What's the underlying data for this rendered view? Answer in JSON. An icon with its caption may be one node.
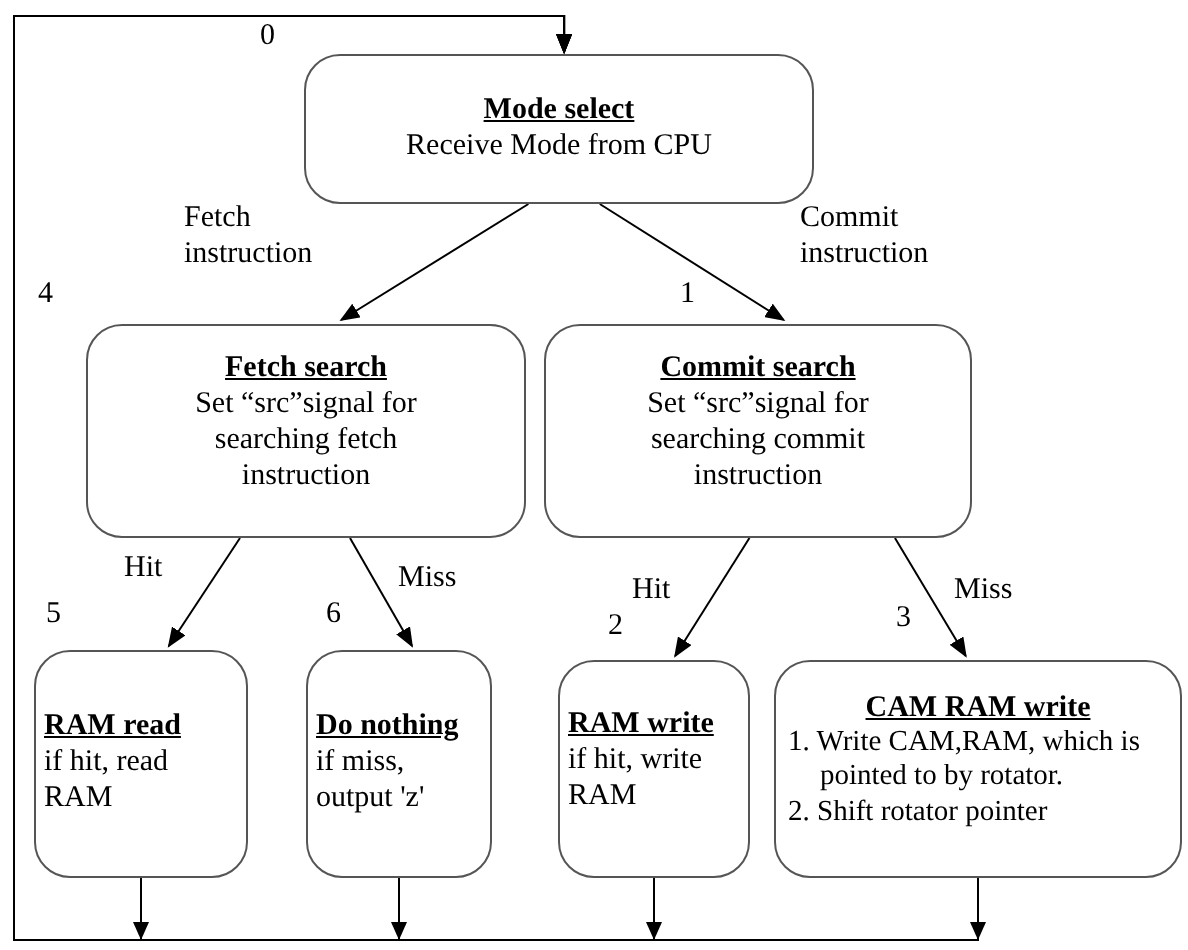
{
  "diagram": {
    "nodes": [
      {
        "text": [
          "Mode select",
          "Receive Mode from CPU"
        ],
        "beside": [
          "0"
        ]
      },
      {
        "text": [
          "Fetch search",
          "Set “src”signal for searching fetch instruction"
        ],
        "beside": [
          "4"
        ]
      },
      {
        "text": [
          "Commit search",
          "Set “src”signal for searching commit instruction"
        ],
        "beside": [
          "1"
        ]
      },
      {
        "text": [
          "RAM read",
          "if hit, read RAM"
        ],
        "beside": [
          "5"
        ]
      },
      {
        "text": [
          "Do nothing",
          "if miss, output 'z'"
        ],
        "beside": [
          "6"
        ]
      },
      {
        "text": [
          "RAM write",
          "if hit, write RAM"
        ],
        "beside": [
          "2"
        ]
      },
      {
        "text": [
          "CAM RAM write",
          "1. Write CAM,RAM, which is pointed to by rotator.",
          "2. Shift rotator pointer"
        ],
        "beside": [
          "3"
        ]
      }
    ],
    "edges": [
      {
        "from": 0,
        "to": 1,
        "arrow": "to",
        "label": "Fetch instruction"
      },
      {
        "from": 0,
        "to": 2,
        "arrow": "to",
        "label": "Commit instruction"
      },
      {
        "from": 1,
        "to": 3,
        "arrow": "to",
        "label": "Hit"
      },
      {
        "from": 1,
        "to": 4,
        "arrow": "to",
        "label": "Miss"
      },
      {
        "from": 2,
        "to": 5,
        "arrow": "to",
        "label": "Hit"
      },
      {
        "from": 2,
        "to": 6,
        "arrow": "to",
        "label": "Miss"
      },
      {
        "from": 3,
        "to": 0,
        "arrow": "to"
      },
      {
        "from": 4,
        "to": 0,
        "arrow": "to"
      },
      {
        "from": 5,
        "to": 0,
        "arrow": "to"
      },
      {
        "from": 6,
        "to": 0,
        "arrow": "to"
      }
    ]
  }
}
